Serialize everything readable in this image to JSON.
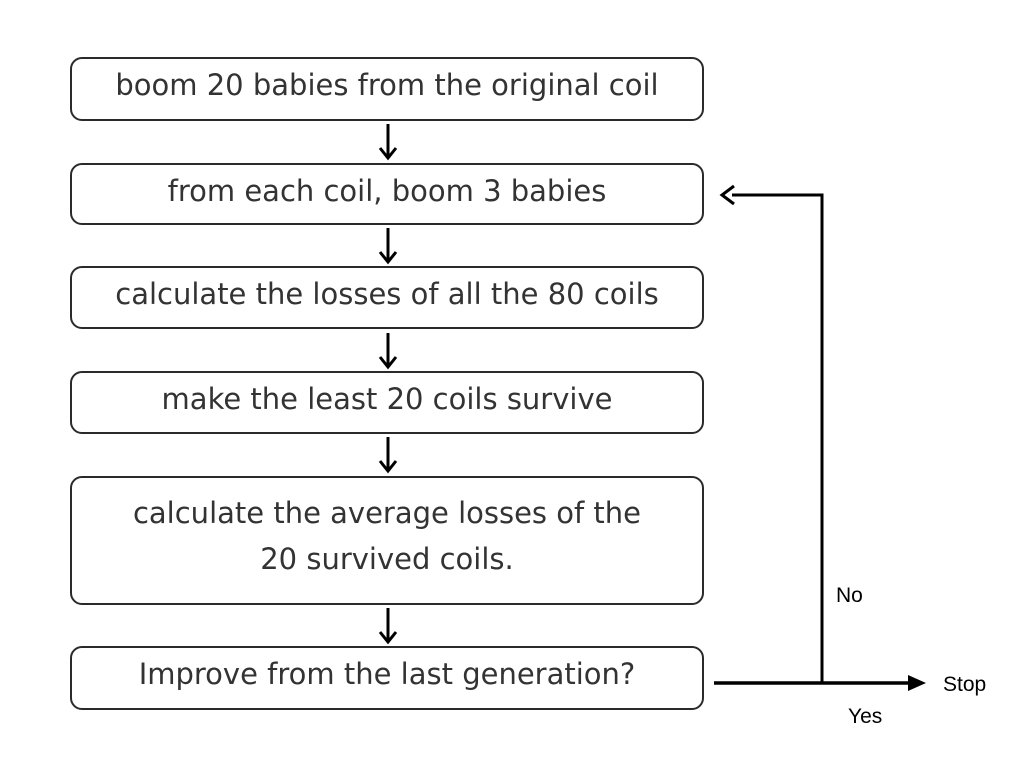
{
  "flowchart": {
    "steps": [
      {
        "id": "step-1",
        "text": "boom 20 babies from the original coil"
      },
      {
        "id": "step-2",
        "text": "from each coil, boom 3 babies"
      },
      {
        "id": "step-3",
        "text": "calculate the losses of all the 80 coils"
      },
      {
        "id": "step-4",
        "text": "make the least 20 coils survive"
      },
      {
        "id": "step-5",
        "line1": "calculate the average losses of the",
        "line2": "20 survived coils."
      },
      {
        "id": "step-6",
        "text": "Improve from the last generation?"
      }
    ],
    "labels": {
      "no": "No",
      "yes": "Yes",
      "stop": "Stop"
    },
    "colors": {
      "stroke": "#2a2a2a",
      "text": "#333333",
      "edge_label": "#000000"
    }
  }
}
